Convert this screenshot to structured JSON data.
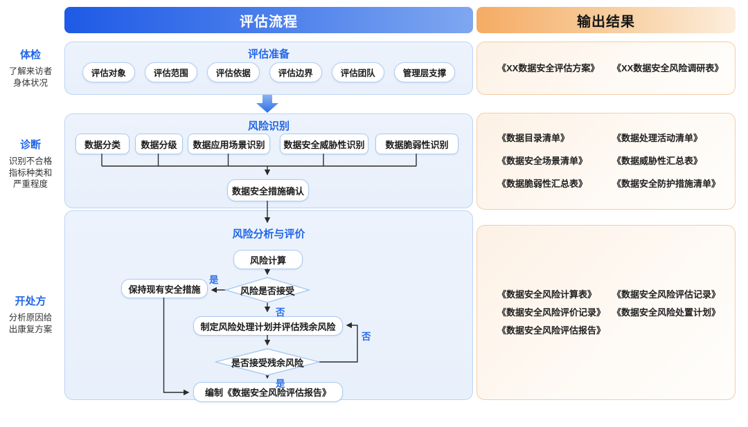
{
  "headers": {
    "process": "评估流程",
    "output": "输出结果"
  },
  "sidebar": {
    "stages": [
      {
        "title": "体检",
        "desc_lines": [
          "了解来访者",
          "身体状况"
        ]
      },
      {
        "title": "诊断",
        "desc_lines": [
          "识别不合格",
          "指标种类和",
          "严重程度"
        ]
      },
      {
        "title": "开处方",
        "desc_lines": [
          "分析原因给",
          "出康复方案"
        ]
      }
    ]
  },
  "section1": {
    "title": "评估准备",
    "pills": [
      "评估对象",
      "评估范围",
      "评估依据",
      "评估边界",
      "评估团队",
      "管理层支撑"
    ]
  },
  "section2": {
    "title": "风险识别",
    "boxes": [
      "数据分类",
      "数据分级",
      "数据应用场景识别",
      "数据安全威胁性识别",
      "数据脆弱性识别"
    ],
    "confirm_box": "数据安全措施确认"
  },
  "section3": {
    "title": "风险分析与评价",
    "calc_box": "风险计算",
    "decision1": "风险是否接受",
    "keep_box": "保持现有安全措施",
    "plan_box": "制定风险处理计划并评估残余风险",
    "decision2": "是否接受残余风险",
    "report_box": "编制《数据安全风险评估报告》"
  },
  "labels": {
    "yes": "是",
    "no": "否"
  },
  "outputs": {
    "box1": [
      "《XX数据安全评估方案》",
      "《XX数据安全风险调研表》"
    ],
    "box2": [
      [
        "《数据目录清单》",
        "《数据处理活动清单》"
      ],
      [
        "《数据安全场景清单》",
        "《数据威胁性汇总表》"
      ],
      [
        "《数据脆弱性汇总表》",
        "《数据安全防护措施清单》"
      ]
    ],
    "box3": [
      [
        "《数据安全风险计算表》",
        "《数据安全风险评估记录》"
      ],
      [
        "《数据安全风险评价记录》",
        "《数据安全风险处置计划》"
      ],
      [
        "《数据安全风险评估报告》",
        ""
      ]
    ]
  },
  "colors": {
    "accent_blue": "#2166e8",
    "header_blue_start": "#1e5ae6",
    "header_blue_end": "#7fa7f0",
    "header_orange_start": "#f5ab63",
    "header_orange_end": "#fceedd",
    "section_fill": "#ebf2fc",
    "section_border": "#bdd4f4",
    "output_fill": "#fdf2e7",
    "output_border": "#f3cda4",
    "flow_box_border": "#abcbf0",
    "connector": "#2b2b2b"
  }
}
